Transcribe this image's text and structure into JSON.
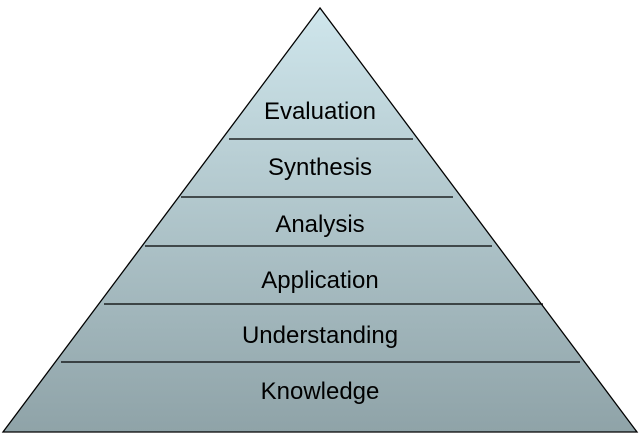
{
  "pyramid": {
    "levels": [
      {
        "label": "Evaluation"
      },
      {
        "label": "Synthesis"
      },
      {
        "label": "Analysis"
      },
      {
        "label": "Application"
      },
      {
        "label": "Understanding"
      },
      {
        "label": "Knowledge"
      }
    ],
    "colors": {
      "top": "#cfe6ec",
      "bottom": "#8fa3a8",
      "outline": "#000000"
    }
  }
}
